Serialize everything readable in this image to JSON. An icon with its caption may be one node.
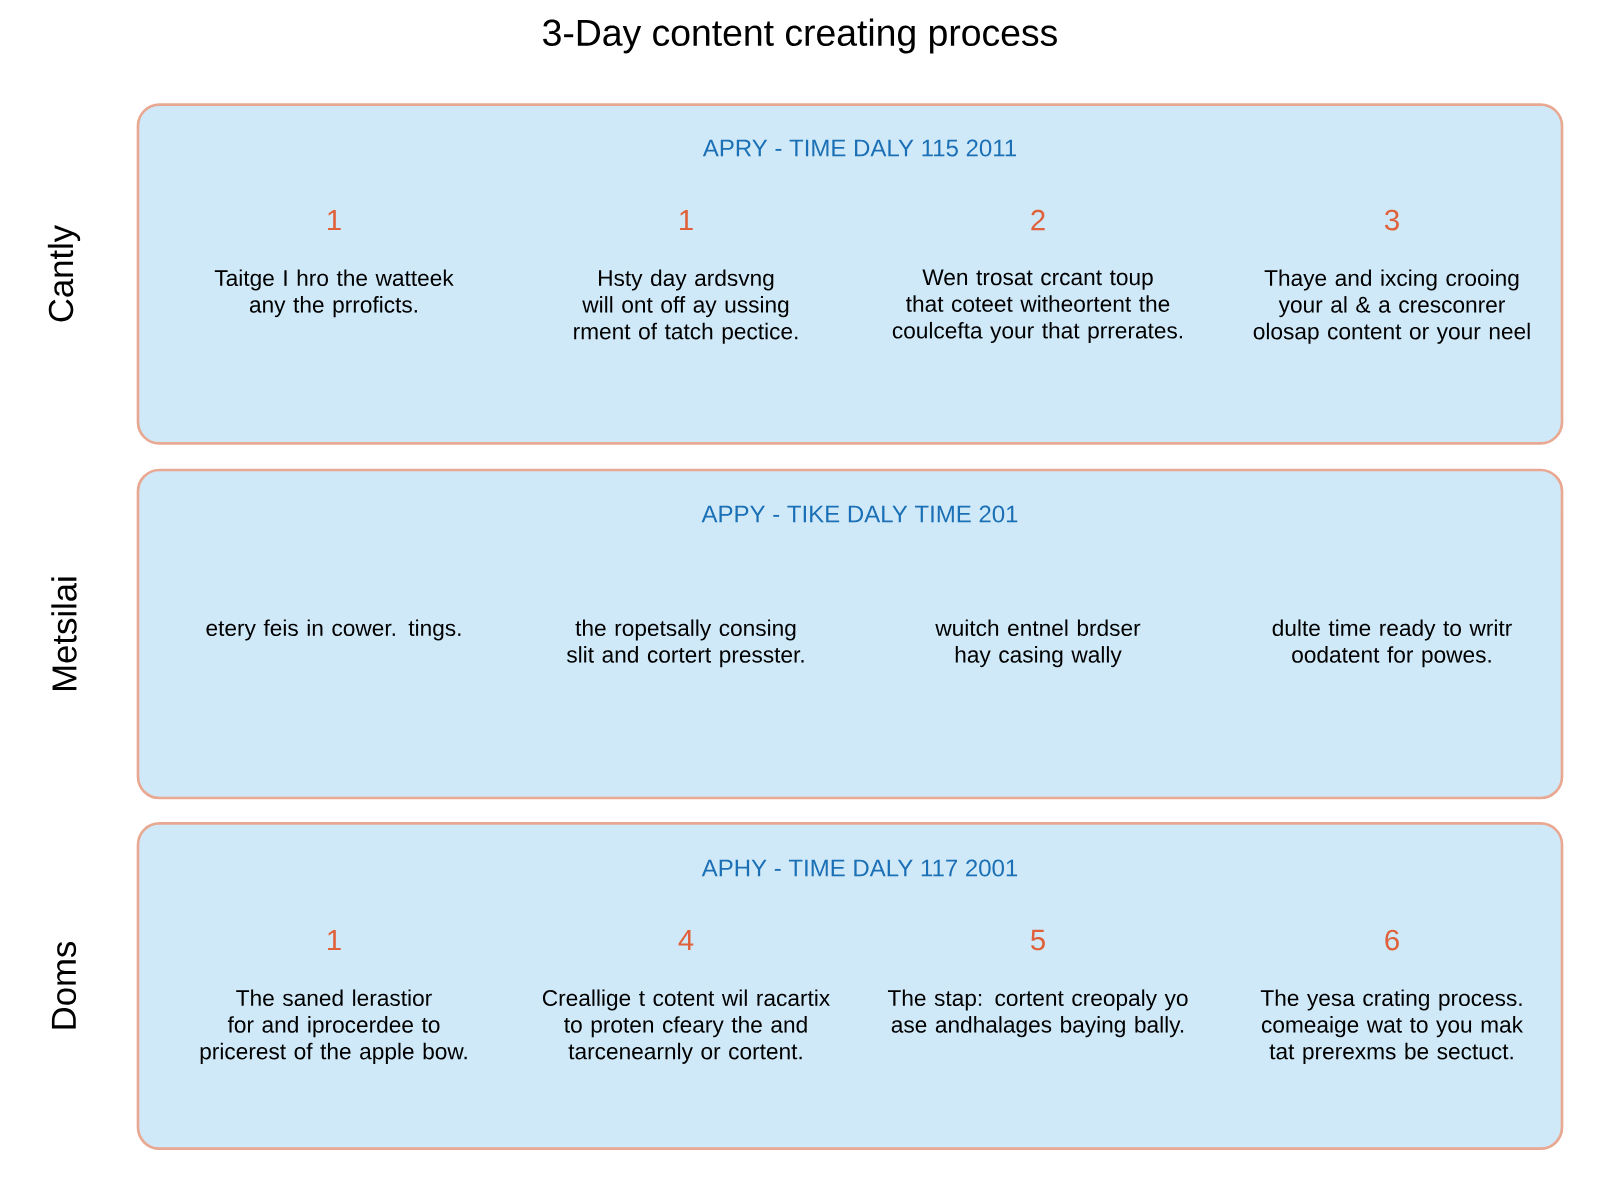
{
  "diagram": {
    "title": "3-Day content creating process",
    "nodes": [
      {
        "text": [
          "APRY - TIME DALY 115 2011",
          "1",
          "Taitge I hro the watteek any the prroficts.",
          "1",
          "Hsty day ardsvng will ont off ay ussing rment of tatch pectice.",
          "2",
          "Wen trosat crcant toup that coteet witheortent the coulcefta your that prrerates.",
          "3",
          "Thaye and ixcing crooing your al & a cresconrer olosap content or your neel"
        ],
        "beside": [
          "Cantly"
        ]
      },
      {
        "text": [
          "APPY - TIKE DALY TIME 201",
          "etery feis in cower. tings.",
          "the ropetsally consing slit and cortert presster.",
          "wuitch entnel brdser hay casing wally",
          "dulte time ready to writr oodatent for powes."
        ],
        "beside": [
          "Metsilai"
        ]
      },
      {
        "text": [
          "APHY - TIME DALY 117 2001",
          "1",
          "The saned lerastior for and iprocerdee to pricerest of the apple bow.",
          "4",
          "Creallige t cotent wil racartix to proten cfeary the and tarcenearnly or cortent.",
          "5",
          "The stap: cortent creopaly yo ase andhalages baying bally.",
          "6",
          "The yesa crating process. comeaige wat to you mak tat prerexms be sectuct."
        ],
        "beside": [
          "Doms"
        ]
      }
    ]
  }
}
